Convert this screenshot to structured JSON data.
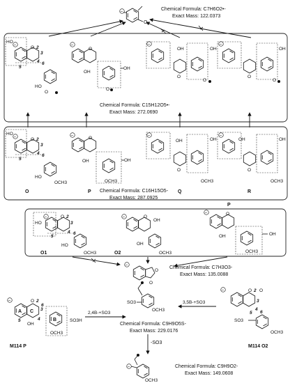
{
  "top_product": {
    "formula": "Chemical Formula: C7H6O2•-",
    "mass": "Exact Mass: 122.0373"
  },
  "box1": {
    "formula": "Chemical Formula: C15H12O5•-",
    "mass": "Exact Mass: 272.0690"
  },
  "box2": {
    "formula": "Chemical Formula: C16H15O5-",
    "mass": "Exact Mass: 287.0925",
    "labels": [
      "O",
      "P",
      "Q",
      "R"
    ]
  },
  "box3": {
    "labels": [
      "O1",
      "O2",
      "P"
    ]
  },
  "lactone": {
    "formula": "Chemical Formula: C7H3O3-",
    "mass": "Exact Mass: 135.0088"
  },
  "sulfate": {
    "formula": "Chemical Formula: C9H9O5S-",
    "mass": "Exact Mass: 229.0176",
    "left_arrow": "2,4B-+SO3",
    "right_arrow": "3,5B-+SO3",
    "left_label": "M114 P",
    "right_label": "M114 O2",
    "so3h": "SO3H",
    "so3_label": "SO3",
    "loss": "-SO3"
  },
  "final": {
    "formula": "Chemical Formula: C9H9O2-",
    "mass": "Exact Mass: 149.0608"
  },
  "atoms": {
    "o": "O",
    "oh": "OH",
    "ho": "HO",
    "och3": "OCH3",
    "minus": "−",
    "minus_circled": "⊖",
    "ring_a": "A",
    "ring_b": "B",
    "ring_c": "C"
  }
}
